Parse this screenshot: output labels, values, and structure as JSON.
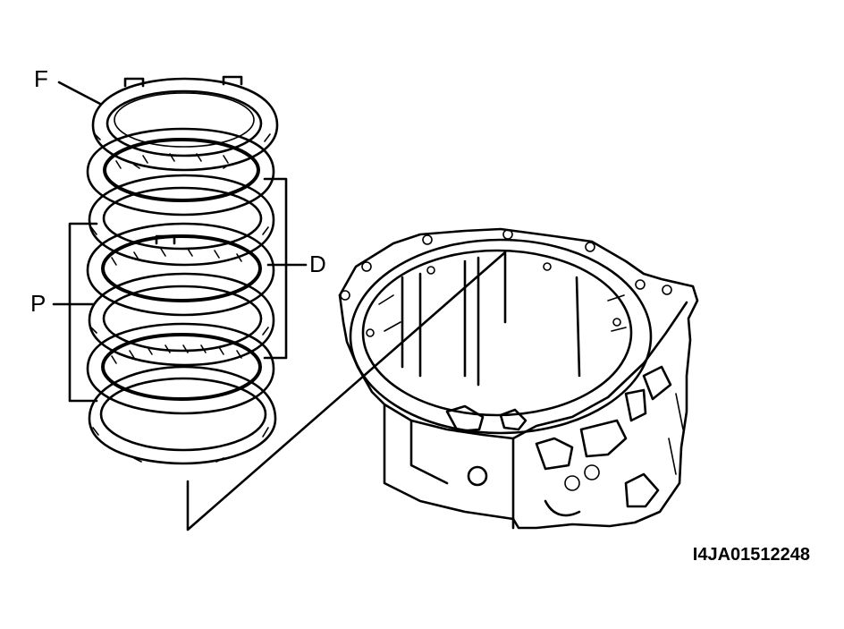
{
  "labels": {
    "flange_plate": "F",
    "plates": "P",
    "discs": "D"
  },
  "figure_code": "I4JA01512248",
  "colors": {
    "ink": "#000000",
    "paper": "#ffffff"
  }
}
